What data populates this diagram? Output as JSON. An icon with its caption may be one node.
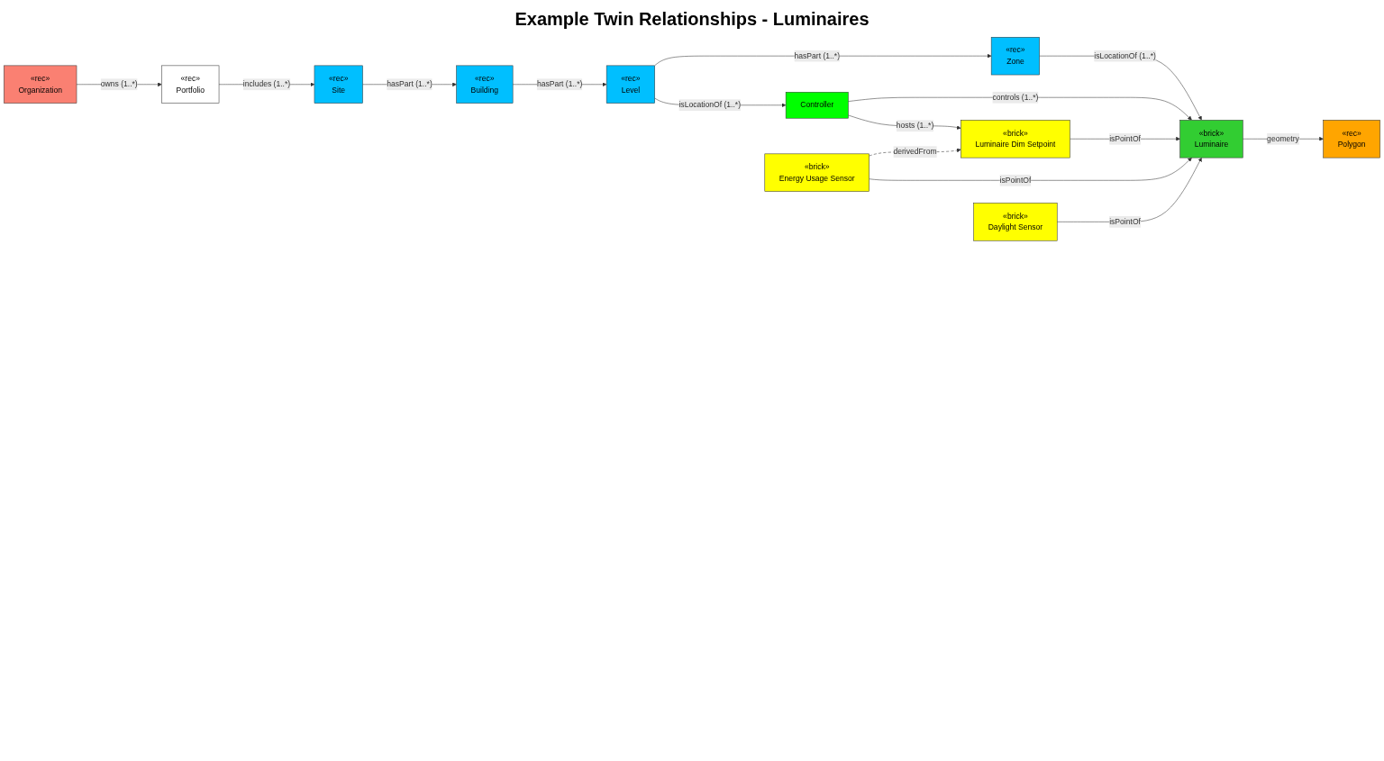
{
  "diagram": {
    "title": "Example Twin Relationships - Luminaires",
    "nodes": [
      {
        "text": [
          "«rec»",
          "Organization"
        ]
      },
      {
        "text": [
          "«rec»",
          "Portfolio"
        ]
      },
      {
        "text": [
          "«rec»",
          "Site"
        ]
      },
      {
        "text": [
          "«rec»",
          "Building"
        ]
      },
      {
        "text": [
          "«rec»",
          "Level"
        ]
      },
      {
        "text": [
          "«rec»",
          "Zone"
        ]
      },
      {
        "text": [
          "Controller"
        ]
      },
      {
        "text": [
          "«brick»",
          "Luminaire"
        ]
      },
      {
        "text": [
          "«rec»",
          "Polygon"
        ]
      },
      {
        "text": [
          "«brick»",
          "Luminaire Dim Setpoint"
        ]
      },
      {
        "text": [
          "«brick»",
          "Energy Usage Sensor"
        ]
      },
      {
        "text": [
          "«brick»",
          "Daylight Sensor"
        ]
      }
    ],
    "edges": [
      {
        "from": 0,
        "to": 1,
        "arrow": "to",
        "label": "owns (1..*)"
      },
      {
        "from": 1,
        "to": 2,
        "arrow": "to",
        "label": "includes (1..*)"
      },
      {
        "from": 2,
        "to": 3,
        "arrow": "to",
        "label": "hasPart (1..*)"
      },
      {
        "from": 3,
        "to": 4,
        "arrow": "to",
        "label": "hasPart (1..*)"
      },
      {
        "from": 4,
        "to": 5,
        "arrow": "to",
        "label": "hasPart (1..*)"
      },
      {
        "from": 4,
        "to": 6,
        "arrow": "to",
        "label": "isLocationOf (1..*)"
      },
      {
        "from": 5,
        "to": 7,
        "arrow": "to",
        "label": "isLocationOf (1..*)"
      },
      {
        "from": 6,
        "to": 7,
        "arrow": "to",
        "label": "controls (1..*)"
      },
      {
        "from": 7,
        "to": 8,
        "arrow": "to",
        "label": "geometry"
      },
      {
        "from": 6,
        "to": 9,
        "arrow": "to",
        "label": "hosts (1..*)"
      },
      {
        "from": 9,
        "to": 7,
        "arrow": "to",
        "label": "isPointOf"
      },
      {
        "from": 10,
        "to": 7,
        "arrow": "to",
        "label": "isPointOf"
      },
      {
        "from": 11,
        "to": 7,
        "arrow": "to",
        "label": "isPointOf"
      },
      {
        "from": 10,
        "to": 9,
        "arrow": "to",
        "label": "derivedFrom",
        "style": "dashed"
      }
    ]
  }
}
